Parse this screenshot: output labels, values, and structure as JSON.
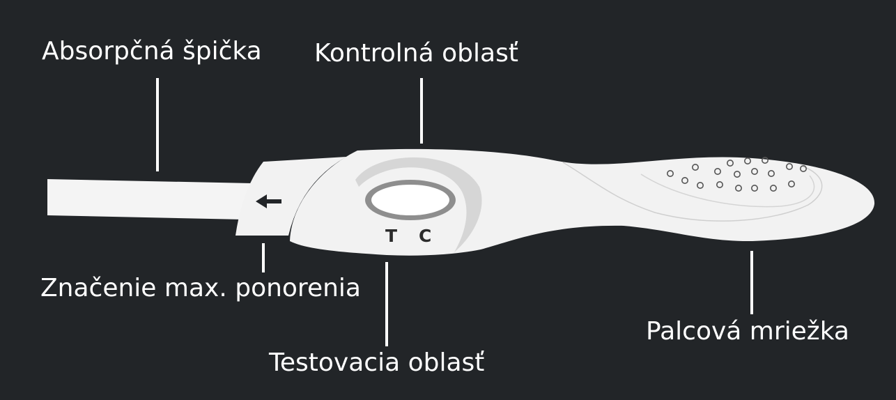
{
  "labels": {
    "absorbent_tip": "Absorpčná špička",
    "control_area": "Kontrolná oblasť",
    "max_immersion_mark": "Značenie max. ponorenia",
    "test_area": "Testovacia oblasť",
    "thumb_grip": "Palcová mriežka"
  },
  "window_letters": {
    "test": "T",
    "control": "C"
  },
  "colors": {
    "background": "#222528",
    "device_body": "#f2f2f2",
    "label_text": "#ffffff",
    "leader_line": "#ffffff"
  }
}
